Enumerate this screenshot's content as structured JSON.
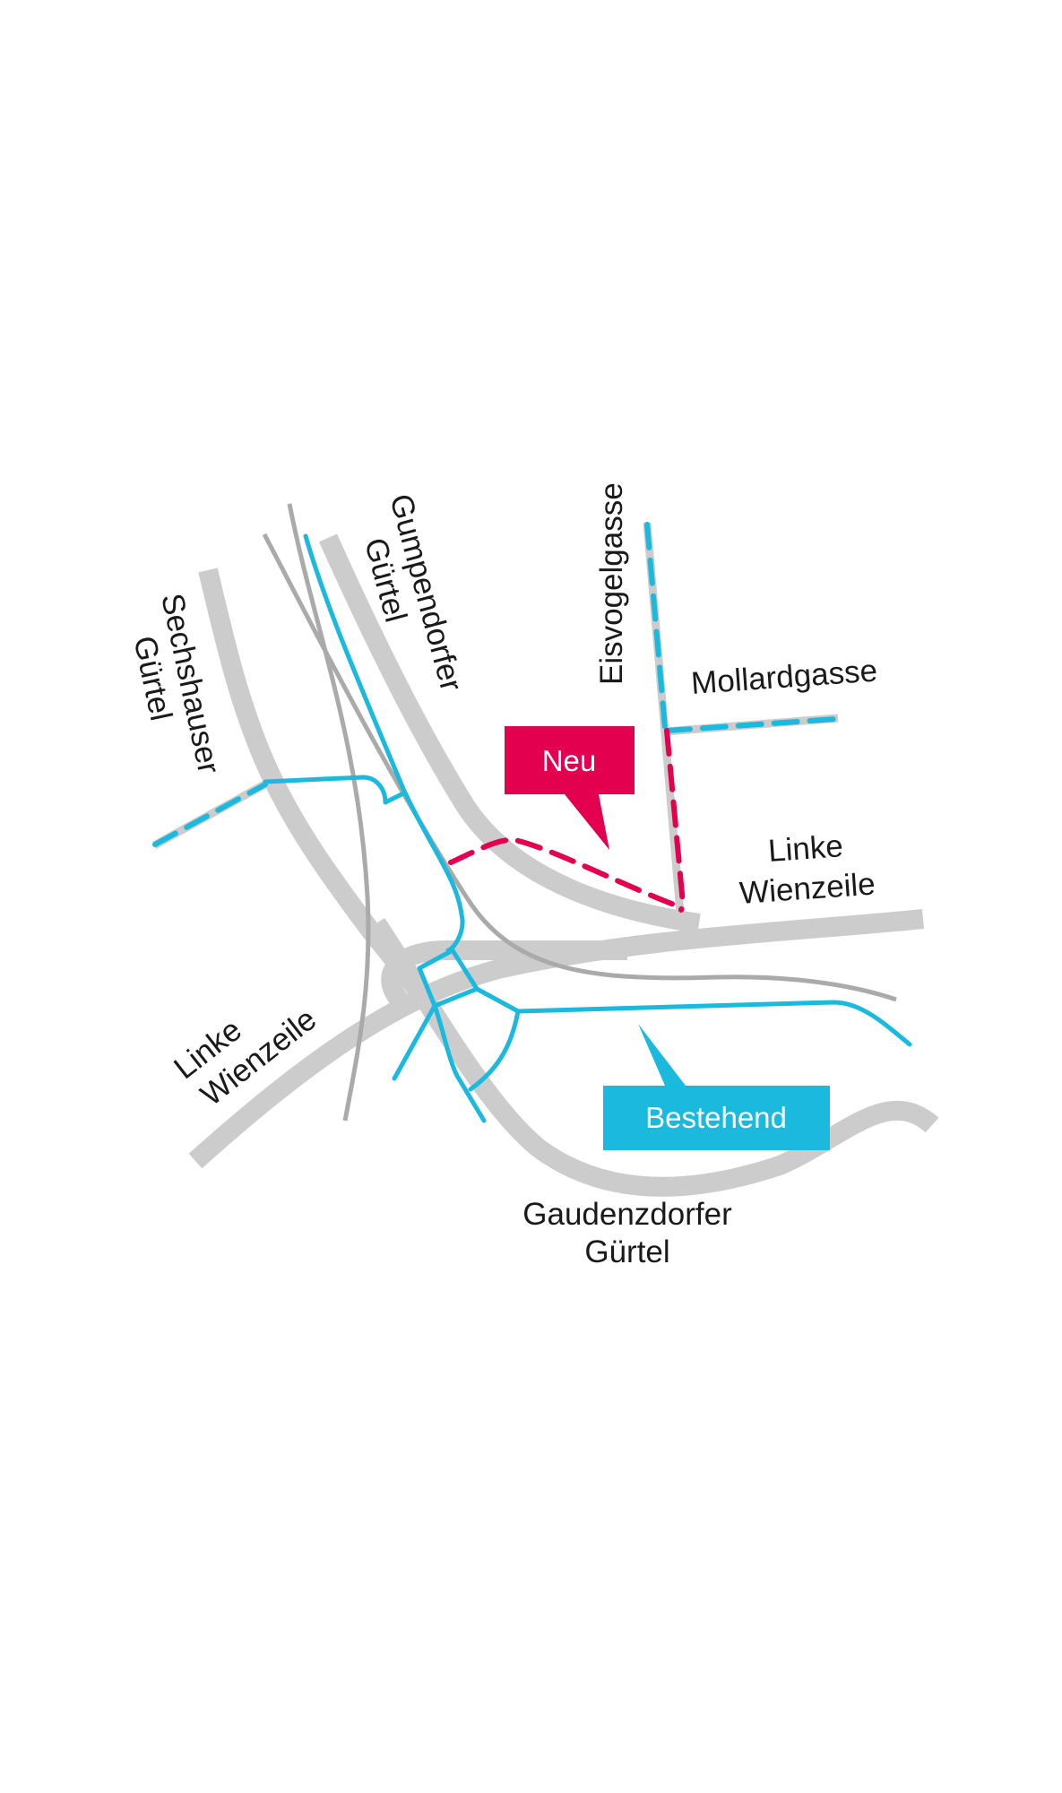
{
  "map": {
    "street_labels": {
      "gumpendorfer_line1": "Gumpendorfer",
      "gumpendorfer_line2": "Gürtel",
      "eisvogelgasse": "Eisvogelgasse",
      "sechshauser_line1": "Sechshauser",
      "sechshauser_line2": "Gürtel",
      "mollardgasse": "Mollardgasse",
      "linke_wienzeile_east_line1": "Linke",
      "linke_wienzeile_east_line2": "Wienzeile",
      "linke_wienzeile_west_line1": "Linke",
      "linke_wienzeile_west_line2": "Wienzeile",
      "gaudenzdorfer_line1": "Gaudenzdorfer",
      "gaudenzdorfer_line2": "Gürtel"
    },
    "callouts": {
      "new": "Neu",
      "existing": "Bestehend"
    },
    "colors": {
      "road": "#cccccc",
      "rail": "#aaaaaa",
      "existing_route": "#1ab9dd",
      "new_route": "#e2004f",
      "text": "#1a1a1a"
    }
  }
}
